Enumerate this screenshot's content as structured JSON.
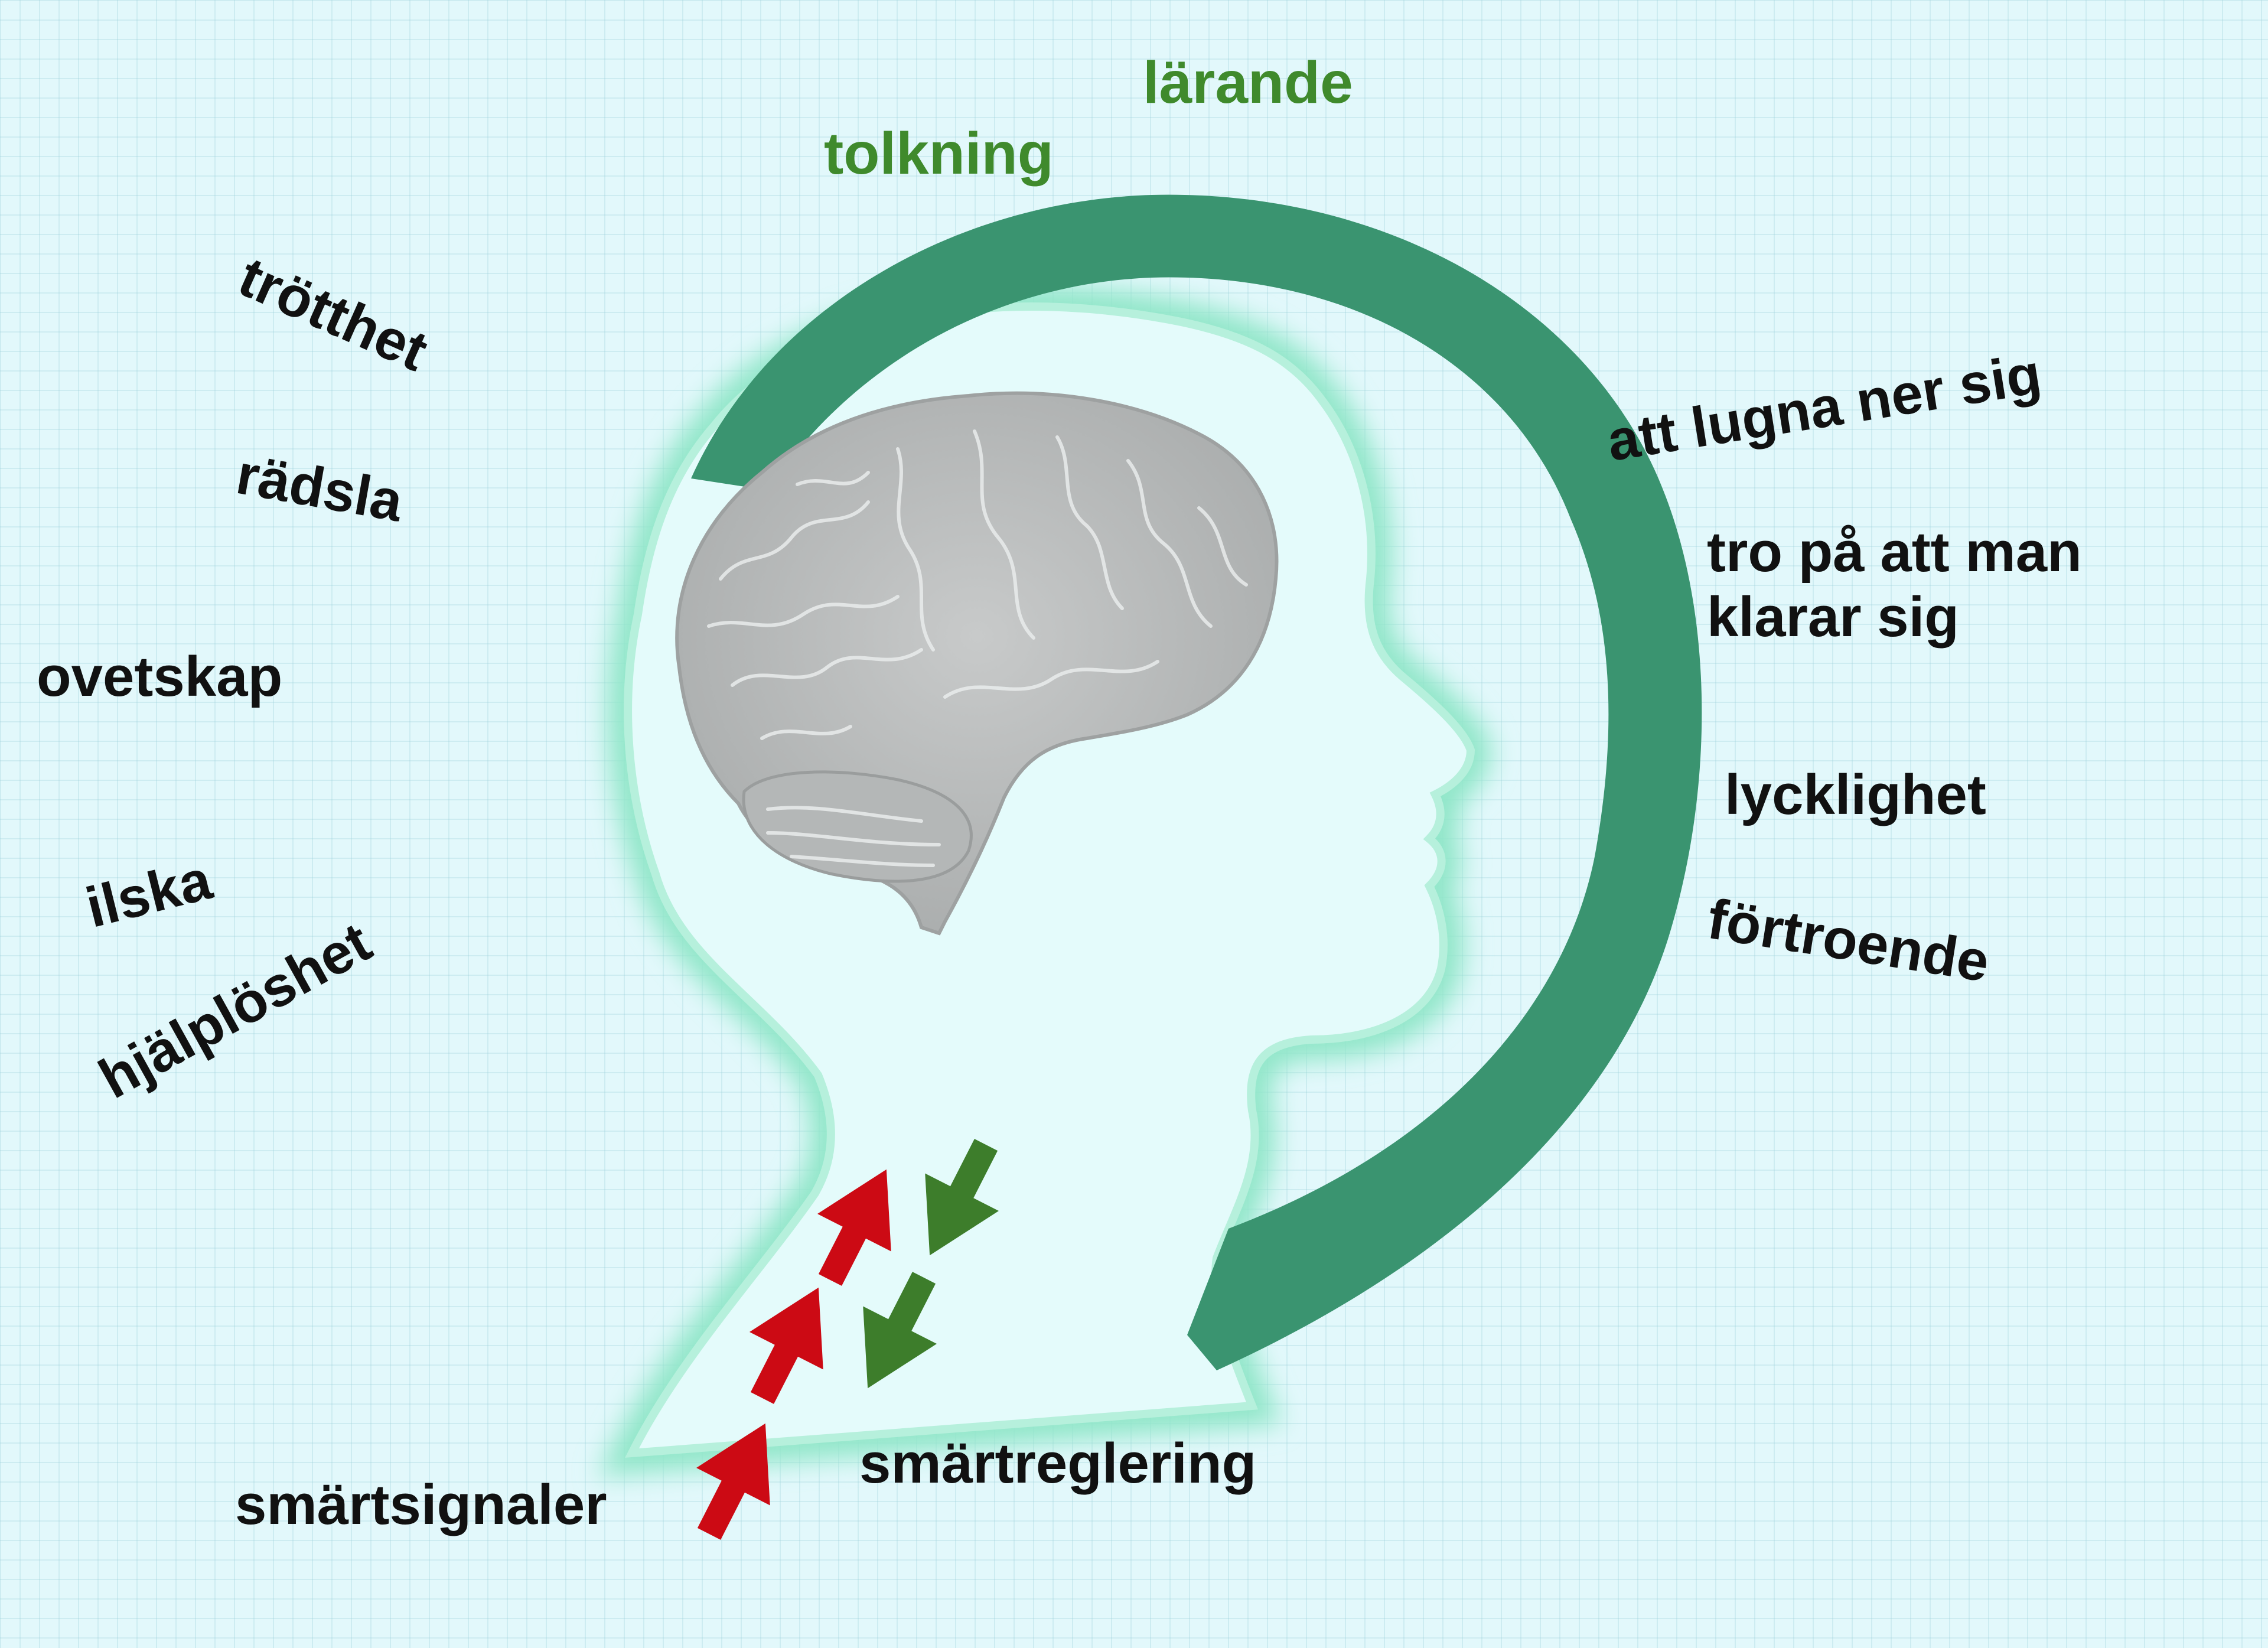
{
  "labels": {
    "negative_factors": [
      "trötthet",
      "rädsla",
      "ovetskap",
      "ilska",
      "hjälplöshet"
    ],
    "positive_factors": [
      "att lugna ner sig",
      "tro på att man",
      "klarar sig",
      "lycklighet",
      "förtroende"
    ],
    "top_factors": [
      "tolkning",
      "lärande"
    ],
    "ascending": "smärtsignaler",
    "descending": "smärtreglering"
  },
  "colors": {
    "background": "#e2f8fb",
    "arc": "#3a9470",
    "head_glow": "#8fe6c8",
    "brain": "#b9bbbb",
    "red_arrows": "#cc0a14",
    "green_arrows": "#3d7d2b",
    "green_text": "#3f8a2c",
    "dark_text": "#111111"
  },
  "icons": {
    "head": "head-profile-icon",
    "brain": "brain-icon",
    "arc": "arc-band-icon",
    "up_arrow": "red-up-arrow-icon",
    "down_arrow": "green-down-arrow-icon"
  }
}
